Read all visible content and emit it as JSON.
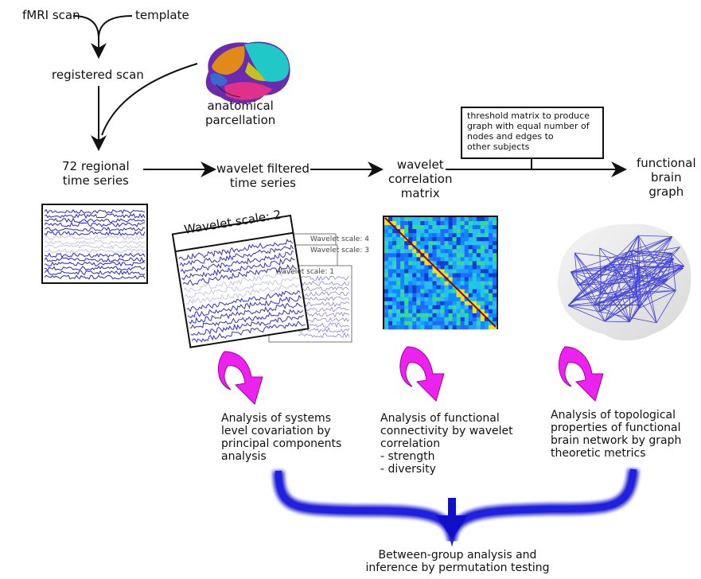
{
  "nodes": {
    "fmri_scan": "fMRI scan",
    "template": "template",
    "registered_scan": "registered scan",
    "anatomical_parcellation": "anatomical\nparcellation",
    "regional_time_series": "72 regional\ntime series",
    "wavelet_filtered": "wavelet filtered\ntime series",
    "wavelet_correlation": "wavelet\ncorrelation\nmatrix",
    "functional_graph": "functional\nbrain\ngraph",
    "threshold_note": "threshold matrix to produce\ngraph with equal number of\nnodes and edges to\nother subjects"
  },
  "wavelet_panels": {
    "front_title": "Wavelet scale: 2",
    "back_titles": [
      "Wavelet scale: 4",
      "Wavelet scale: 3",
      "Wavelet scale: 1"
    ]
  },
  "analyses": {
    "pca": "Analysis of systems\nlevel covariation by\nprincipal components\nanalysis",
    "connectivity": "Analysis of functional\nconnectivity by wavelet\ncorrelation\n- strength\n- diversity",
    "topology": "Analysis of topological\nproperties of functional\nbrain network by graph\ntheoretic metrics"
  },
  "conclusion": "Between-group analysis and\ninference by permutation testing",
  "colors": {
    "signal": "#1a1acc",
    "magenta_arrow": "#ee22ee",
    "brace": "#1010c8",
    "matrix_base": "#1e78ff",
    "brain_edges": "#2a2ad8"
  }
}
